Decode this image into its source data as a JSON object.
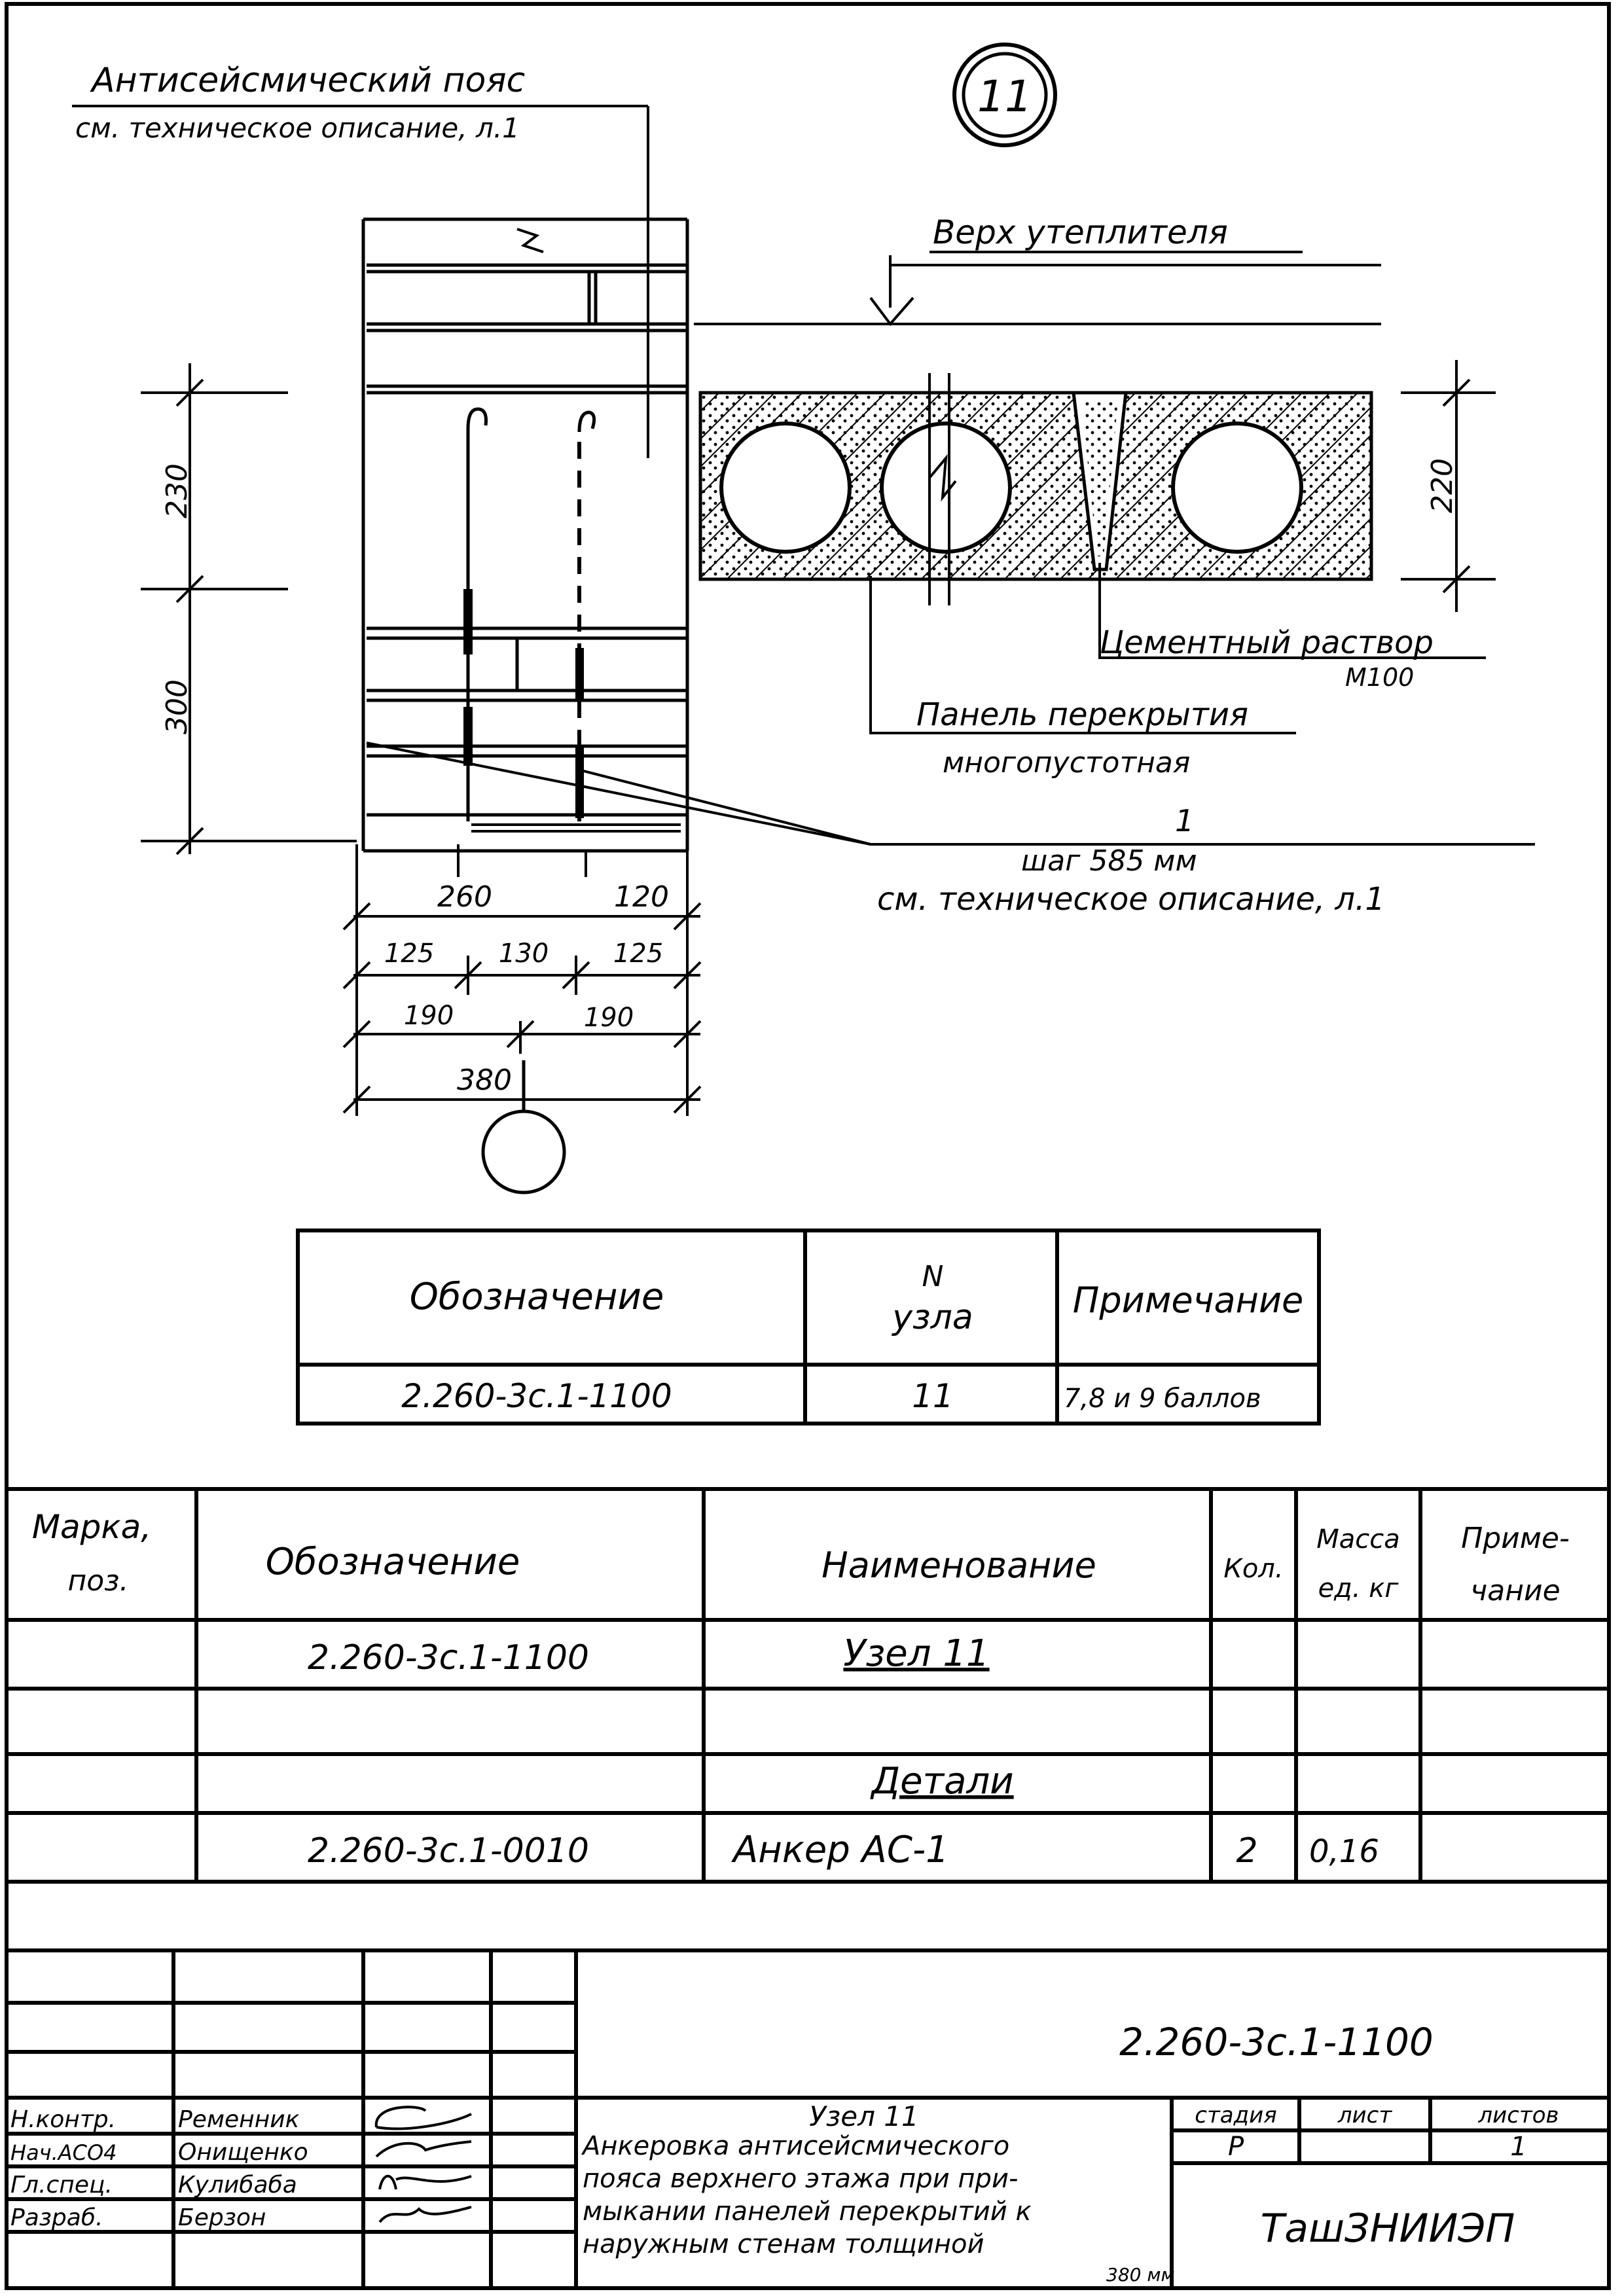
{
  "node_number": "11",
  "leader_notes": {
    "belt_title": "Антисейсмический пояс",
    "belt_ref": "см. техническое описание, л.1",
    "insulation_top": "Верх утеплителя",
    "cement_mortar": "Цементный раствор",
    "mortar_grade": "М100",
    "panel_line1": "Панель перекрытия",
    "panel_line2": "многопустотная",
    "anchor_pos": "1",
    "anchor_step": "шаг 585 мм",
    "anchor_ref": "см. техническое описание, л.1"
  },
  "dimensions": {
    "d230": "230",
    "d300": "300",
    "d220": "220",
    "d260": "260",
    "d120": "120",
    "d125a": "125",
    "d130": "130",
    "d125b": "125",
    "d190a": "190",
    "d190b": "190",
    "d380": "380"
  },
  "node_table": {
    "headers": [
      "Обозначение",
      "N",
      "узла",
      "Примечание"
    ],
    "row": [
      "2.260-3с.1-1100",
      "11",
      "7,8 и 9 баллов"
    ]
  },
  "spec_table": {
    "headers": {
      "mark_line1": "Марка,",
      "mark_line2": "поз.",
      "designation": "Обозначение",
      "name": "Наименование",
      "qty": "Кол.",
      "mass_line1": "Масса",
      "mass_line2": "ед. кг",
      "note_line1": "Приме-",
      "note_line2": "чание"
    },
    "rows": [
      {
        "designation": "2.260-3с.1-1100",
        "name": "Узел 11",
        "qty": "",
        "mass": ""
      },
      {
        "designation": "",
        "name": "",
        "qty": "",
        "mass": ""
      },
      {
        "designation": "",
        "name": "Детали",
        "qty": "",
        "mass": ""
      },
      {
        "designation": "2.260-3с.1-0010",
        "name": "Анкер АС-1",
        "qty": "2",
        "mass": "0,16"
      }
    ]
  },
  "title_block": {
    "code": "2.260-3с.1-1100",
    "title_line1": "Узел 11",
    "title_line2": "Анкеровка антисейсмического",
    "title_line3": "пояса верхнего этажа при при-",
    "title_line4": "мыкании панелей перекрытий к",
    "title_line5": "наружным стенам толщиной",
    "title_thickness": "380 мм",
    "stage_label": "стадия",
    "sheet_label": "лист",
    "sheets_label": "листов",
    "stage_value": "Р",
    "sheet_value": "",
    "sheets_value": "1",
    "organization": "ТашЗНИИЭП",
    "signers": [
      {
        "role": "Н.контр.",
        "name": "Ременник"
      },
      {
        "role": "Нач.АСО4",
        "name": "Онищенко"
      },
      {
        "role": "Гл.спец.",
        "name": "Кулибаба"
      },
      {
        "role": "Разраб.",
        "name": "Берзон"
      }
    ]
  }
}
